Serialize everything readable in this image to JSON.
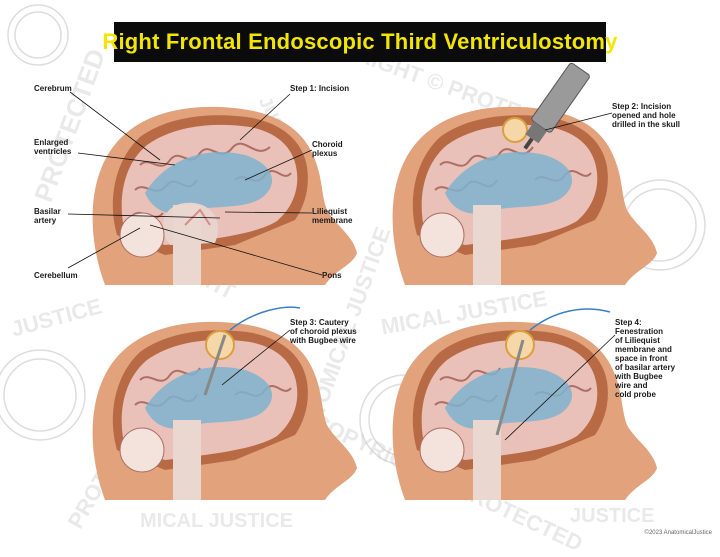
{
  "title": "Right Frontal Endoscopic Third Ventriculostomy",
  "labels": {
    "cerebrum": "Cerebrum",
    "enlarged_ventricles": "Enlarged\nventricles",
    "basilar_artery": "Basilar\nartery",
    "cerebellum": "Cerebellum",
    "step1": "Step 1: Incision",
    "choroid_plexus": "Choroid\nplexus",
    "liliequist_membrane": "Liliequist\nmembrane",
    "pons": "Pons",
    "step2": "Step 2: Incision\nopened and hole\ndrilled in the skull",
    "step3": "Step 3: Cautery\nof choroid plexus\nwith Bugbee wire",
    "step4": "Step 4:\nFenestration\nof Liliequist\nmembrane and\nspace in front\nof basilar artery\nwith Bugbee\nwire and\ncold probe"
  },
  "watermarks": {
    "protected": "PROTECTED",
    "copyright": "COPYRIGHT",
    "justice": "JUSTICE",
    "anatomical_justice": "ANATOMICAL JUSTICE",
    "copyright_protected": "COPYRIGHT © PROTECTED",
    "justice_llc": "JUSTICE LLC",
    "medical_justice": "MICAL JUSTICE"
  },
  "copyright_notice": "©2023 AnatomicalJustice",
  "colors": {
    "title_bg": "#0b0b0b",
    "title_text": "#f2e600",
    "skin": "#e1a27c",
    "scalp": "#b86a44",
    "brain": "#e9c1b8",
    "gyri": "#ad6f65",
    "ventricle": "#7eb3cf",
    "csf": "#a8d0e3"
  }
}
